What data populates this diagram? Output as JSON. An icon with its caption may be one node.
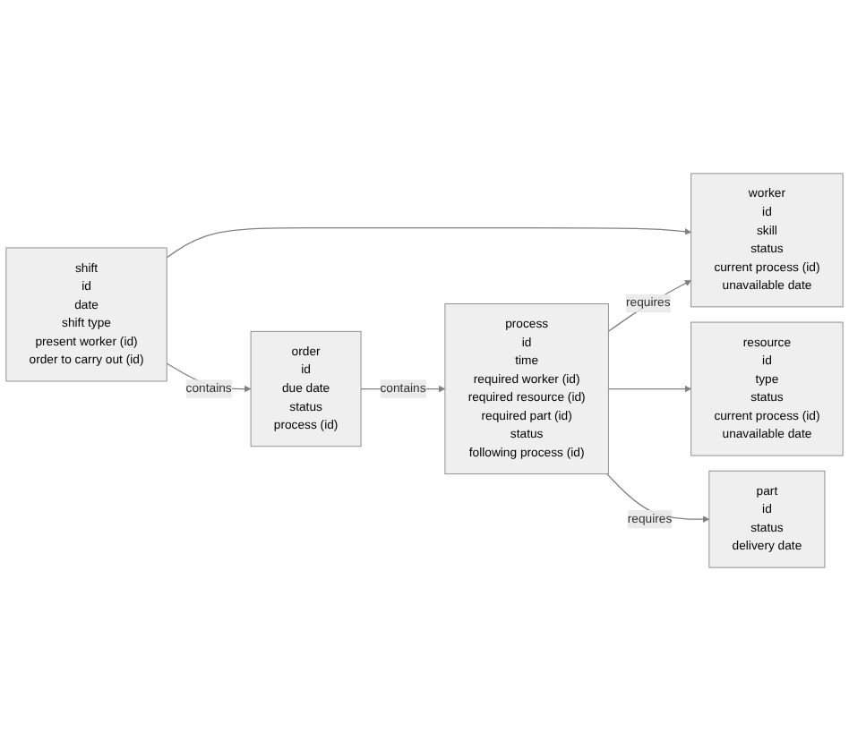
{
  "diagram": {
    "nodes": [
      {
        "text": [
          "shift",
          "id",
          "date",
          "shift type",
          "present worker (id)",
          "order to carry out (id)"
        ]
      },
      {
        "text": [
          "order",
          "id",
          "due date",
          "status",
          "process (id)"
        ]
      },
      {
        "text": [
          "worker",
          "id",
          "skill",
          "status",
          "current process (id)",
          "unavailable date"
        ]
      },
      {
        "text": [
          "process",
          "id",
          "time",
          "required worker (id)",
          "required resource (id)",
          "required part (id)",
          "status",
          "following process (id)"
        ]
      },
      {
        "text": [
          "resource",
          "id",
          "type",
          "status",
          "current process (id)",
          "unavailable date"
        ]
      },
      {
        "text": [
          "part",
          "id",
          "status",
          "delivery date"
        ]
      }
    ],
    "edges": [
      {
        "from": 0,
        "to": 1,
        "arrow": "to",
        "label": "contains"
      },
      {
        "from": 0,
        "to": 2,
        "arrow": "to"
      },
      {
        "from": 1,
        "to": 3,
        "arrow": "to",
        "label": "contains"
      },
      {
        "from": 3,
        "to": 2,
        "arrow": "to",
        "label": "requires"
      },
      {
        "from": 3,
        "to": 4,
        "arrow": "to"
      },
      {
        "from": 3,
        "to": 5,
        "arrow": "to",
        "label": "requires"
      }
    ]
  }
}
